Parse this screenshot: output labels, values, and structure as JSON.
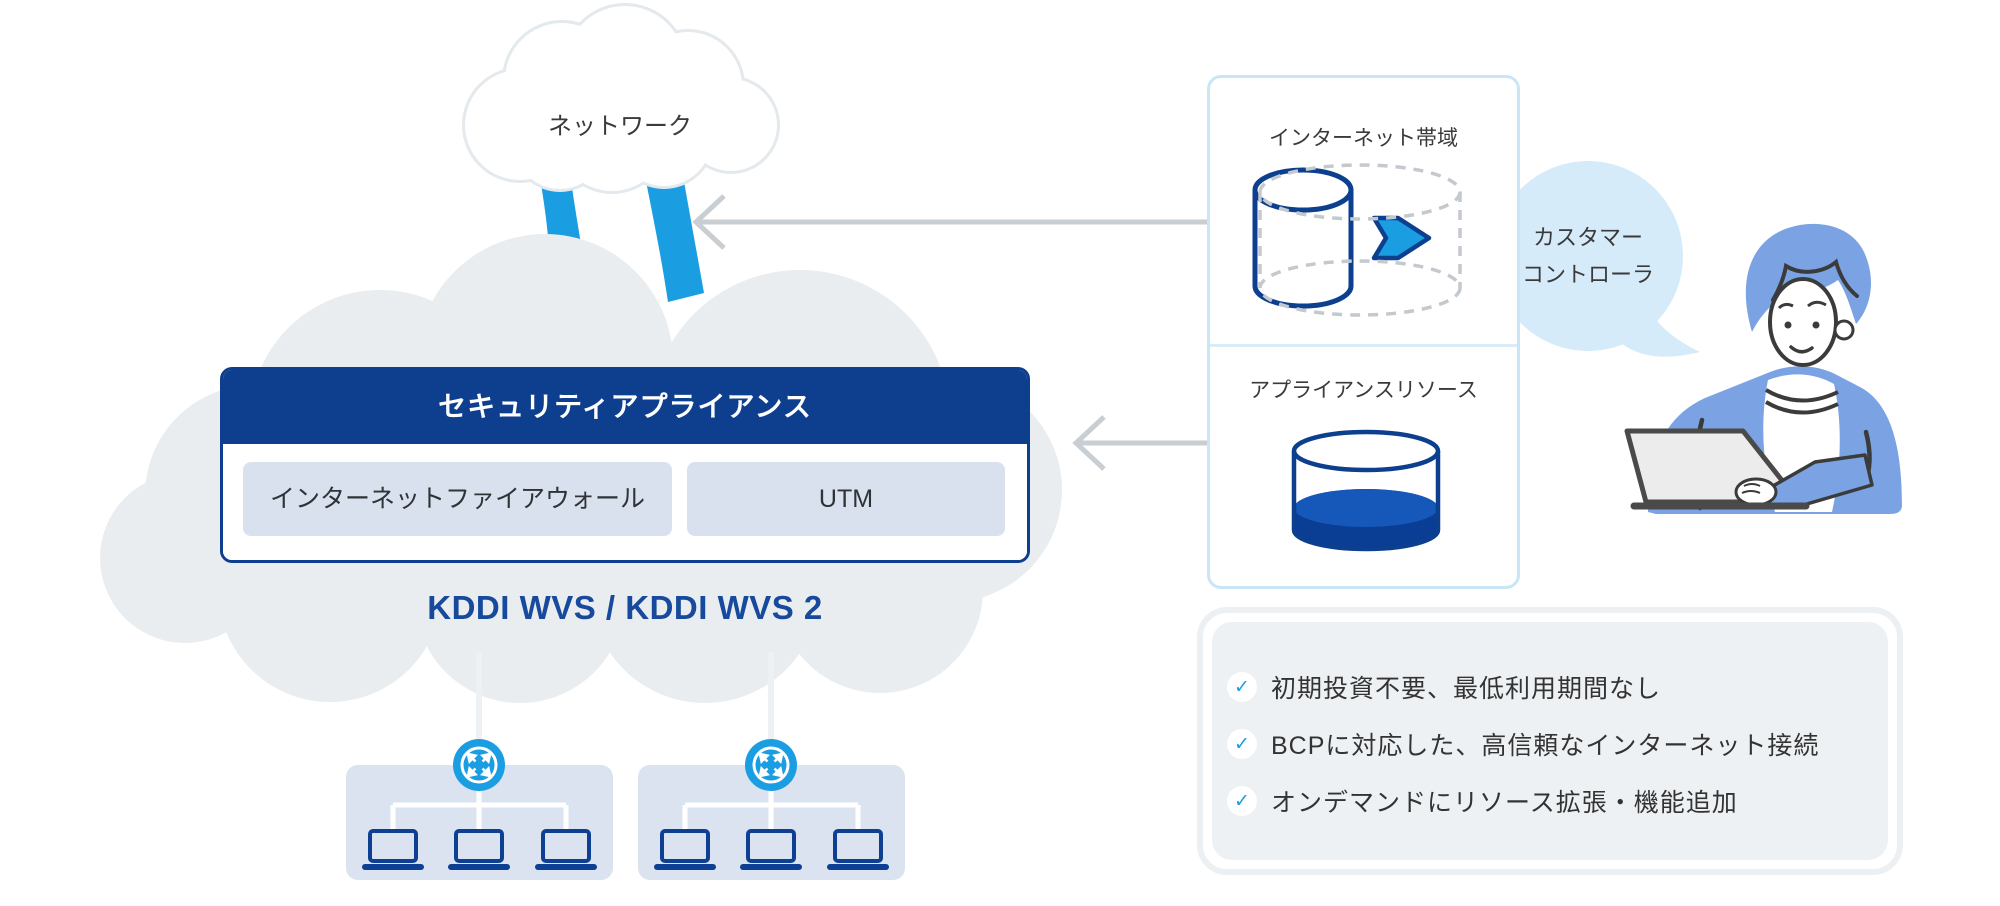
{
  "title": "KDDI WVS security appliance service diagram",
  "colors": {
    "accent_blue": "#1b9de2",
    "navy": "#0e3e8e",
    "wvs_text_navy": "#17499d",
    "big_cloud_gray": "#e9edef",
    "panel_border_blue": "#c9e6f7",
    "speech_bubble_blue": "#d6ebf9",
    "appliance_item_bg": "#d9e1ef",
    "site_box_bg": "#dbe3f0",
    "features_bg": "#eef1f3",
    "arrow_gray": "#c9ced3",
    "tank_fill_dark": "#0a3d94",
    "tank_fill_surface": "#1558b9",
    "person_blue": "#7ba3e4"
  },
  "network_cloud": {
    "label": "ネットワーク"
  },
  "wvs_cloud": {
    "appliance": {
      "title": "セキュリティアプライアンス",
      "items": [
        {
          "label": "インターネットファイアウォール"
        },
        {
          "label": "UTM"
        }
      ]
    },
    "label": "KDDI WVS / KDDI WVS 2"
  },
  "resource_panel": {
    "sections": [
      {
        "label": "インターネット帯域",
        "icon": "bandwidth-cylinder-expand-icon"
      },
      {
        "label": "アプライアンスリソース",
        "icon": "resource-tank-icon"
      }
    ]
  },
  "speech_bubble": {
    "lines": [
      "カスタマー",
      "コントローラ"
    ]
  },
  "features": {
    "items": [
      {
        "icon": "check-icon",
        "text": "初期投資不要、最低利用期間なし"
      },
      {
        "icon": "check-icon",
        "text": "BCPに対応した、高信頼なインターネット接続"
      },
      {
        "icon": "check-icon",
        "text": "オンデマンドにリソース拡張・機能追加"
      }
    ]
  }
}
